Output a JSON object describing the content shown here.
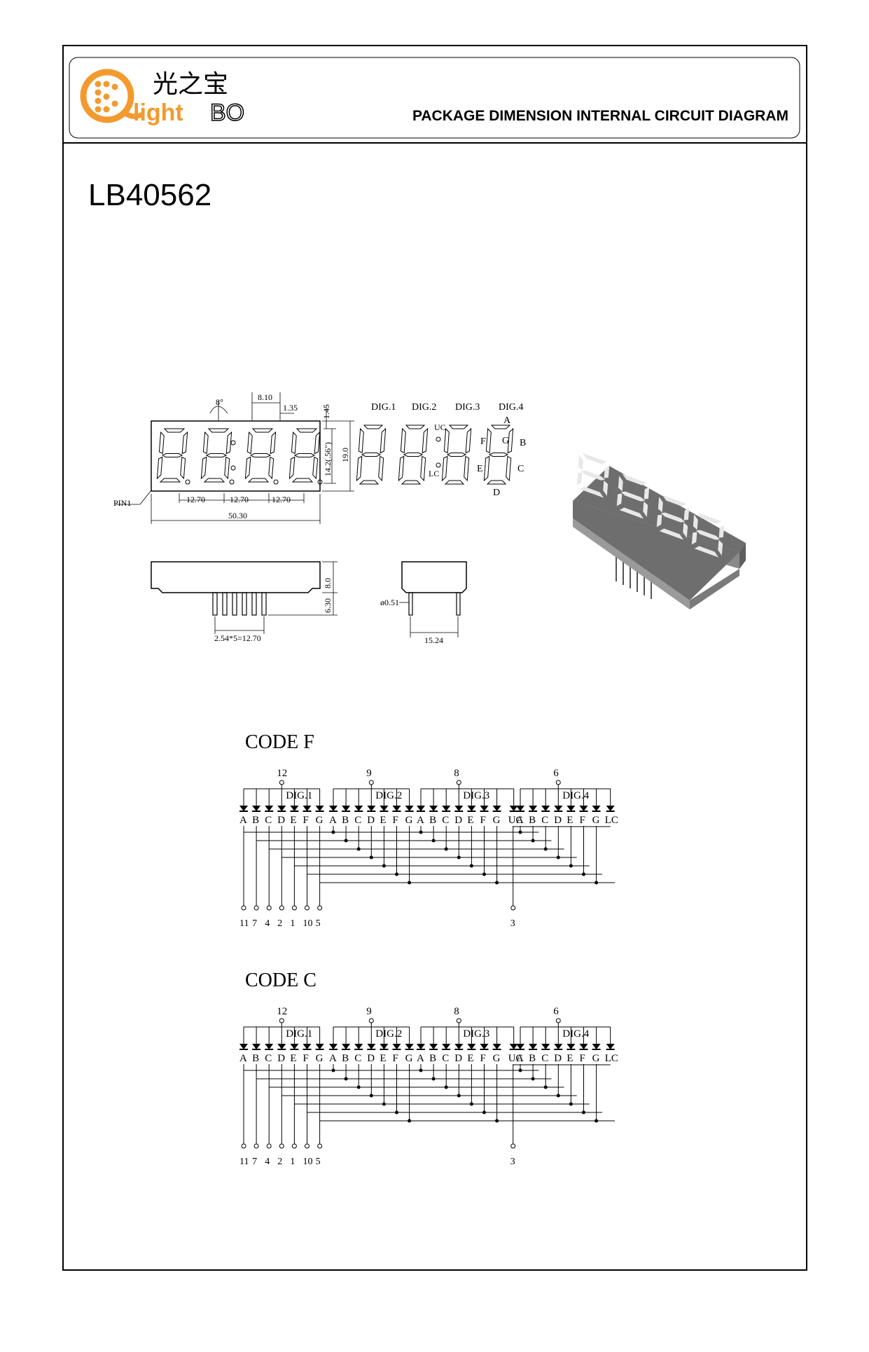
{
  "header": {
    "logo_cn": "光之宝",
    "logo_text": "light",
    "logo_bo": "BO",
    "title": "PACKAGE DIMENSION INTERNAL CIRCUIT DIAGRAM"
  },
  "part_number": "LB40562",
  "front_view": {
    "dims": {
      "angle": "8°",
      "seg_width": "8.10",
      "seg_thick": "1.35",
      "top_margin": "1.45",
      "digit_h": "14.2(.56\")",
      "body_h": "19.0",
      "pitch1": "12.70",
      "pitch2": "12.70",
      "pitch3": "12.70",
      "total_w": "50.30",
      "pin1": "PIN1"
    }
  },
  "segment_view": {
    "digits": [
      "DIG.1",
      "DIG.2",
      "DIG.3",
      "DIG.4"
    ],
    "labels": {
      "a": "A",
      "b": "B",
      "c": "C",
      "d": "D",
      "e": "E",
      "f": "F",
      "g": "G",
      "uc": "UC",
      "lc": "LC"
    }
  },
  "side_view": {
    "height": "8.0",
    "pin_len": "6.30",
    "pin_pitch": "2.54*5=12.70"
  },
  "end_view": {
    "pin_dia": "ø0.51",
    "row_pitch": "15.24"
  },
  "schematics": [
    {
      "title": "CODE F",
      "common_pins": [
        "12",
        "9",
        "8",
        "6"
      ],
      "digit_labels": [
        "DIG.1",
        "DIG.2",
        "DIG.3",
        "DIG.4"
      ],
      "segment_labels": [
        "A",
        "B",
        "C",
        "D",
        "E",
        "F",
        "G"
      ],
      "colon_labels": [
        "UC",
        "LC"
      ],
      "bottom_pins": [
        "11",
        "7",
        "4",
        "2",
        "1",
        "10",
        "5"
      ],
      "colon_pin": "3"
    },
    {
      "title": "CODE C",
      "common_pins": [
        "12",
        "9",
        "8",
        "6"
      ],
      "digit_labels": [
        "DIG.1",
        "DIG.2",
        "DIG.3",
        "DIG.4"
      ],
      "segment_labels": [
        "A",
        "B",
        "C",
        "D",
        "E",
        "F",
        "G"
      ],
      "colon_labels": [
        "UC",
        "LC"
      ],
      "bottom_pins": [
        "11",
        "7",
        "4",
        "2",
        "1",
        "10",
        "5"
      ],
      "colon_pin": "3"
    }
  ],
  "colors": {
    "ink": "#000000",
    "logo_orange": "#f39a2e",
    "render_body": "#6e6e6e",
    "render_face": "#8a8a8a"
  }
}
